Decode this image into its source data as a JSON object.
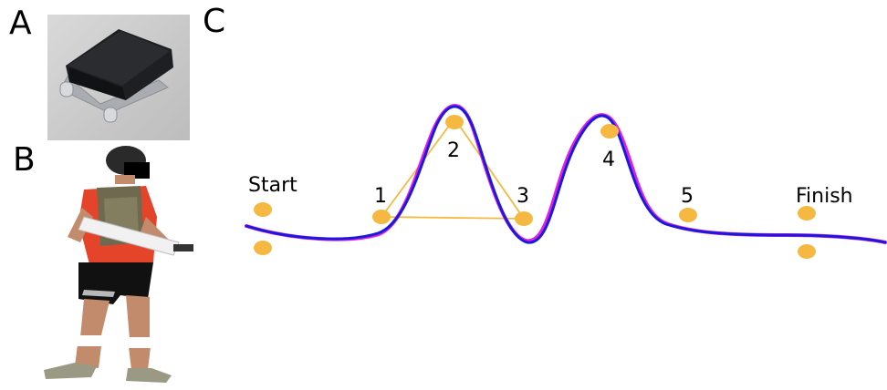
{
  "panels": {
    "a": {
      "label": "A"
    },
    "b": {
      "label": "B"
    },
    "c": {
      "label": "C"
    }
  },
  "diagram": {
    "start_label": "Start",
    "finish_label": "Finish",
    "waypoints": [
      {
        "id": "1",
        "label": "1"
      },
      {
        "id": "2",
        "label": "2"
      },
      {
        "id": "3",
        "label": "3"
      },
      {
        "id": "4",
        "label": "4"
      },
      {
        "id": "5",
        "label": "5"
      }
    ],
    "colors": {
      "path_fit": "#1a1adb",
      "path_raw": "#e020e0",
      "marker": "#f5b942",
      "triangle": "#f5b942"
    }
  }
}
